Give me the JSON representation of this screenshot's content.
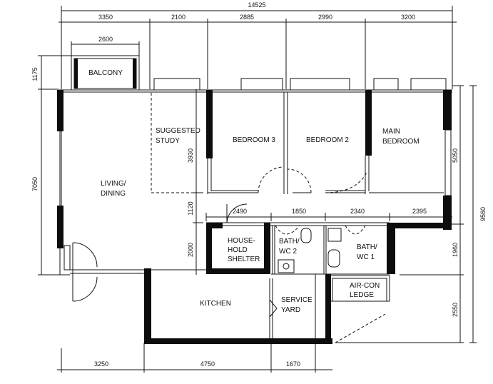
{
  "dimensions": {
    "overall_top": "14525",
    "top": [
      "3350",
      "2100",
      "2885",
      "2990",
      "3200"
    ],
    "balcony_width": "2600",
    "balcony_depth": "1175",
    "left_height": "7050",
    "study_depth": "3930",
    "corridor_width": "1120",
    "shelter_depth": "2000",
    "mid": [
      "2490",
      "1850",
      "2340",
      "2395"
    ],
    "right_bedroom": "5050",
    "right_bath": "1960",
    "right_lower": "2550",
    "right_overall": "9560",
    "bottom": [
      "3250",
      "4750",
      "1670"
    ]
  },
  "rooms": {
    "balcony": "BALCONY",
    "suggested_study": [
      "SUGGESTED",
      "STUDY"
    ],
    "bedroom3": "BEDROOM  3",
    "bedroom2": "BEDROOM  2",
    "main_bedroom": [
      "MAIN",
      "BEDROOM"
    ],
    "living_dining": [
      "LIVING/",
      "DINING"
    ],
    "household_shelter": [
      "HOUSE-",
      "HOLD",
      "SHELTER"
    ],
    "bath2": [
      "BATH/",
      "WC  2"
    ],
    "bath1": [
      "BATH/",
      "WC  1"
    ],
    "aircon_ledge": [
      "AIR-CON",
      "LEDGE"
    ],
    "kitchen": "KITCHEN",
    "service_yard": [
      "SERVICE",
      "YARD"
    ]
  }
}
